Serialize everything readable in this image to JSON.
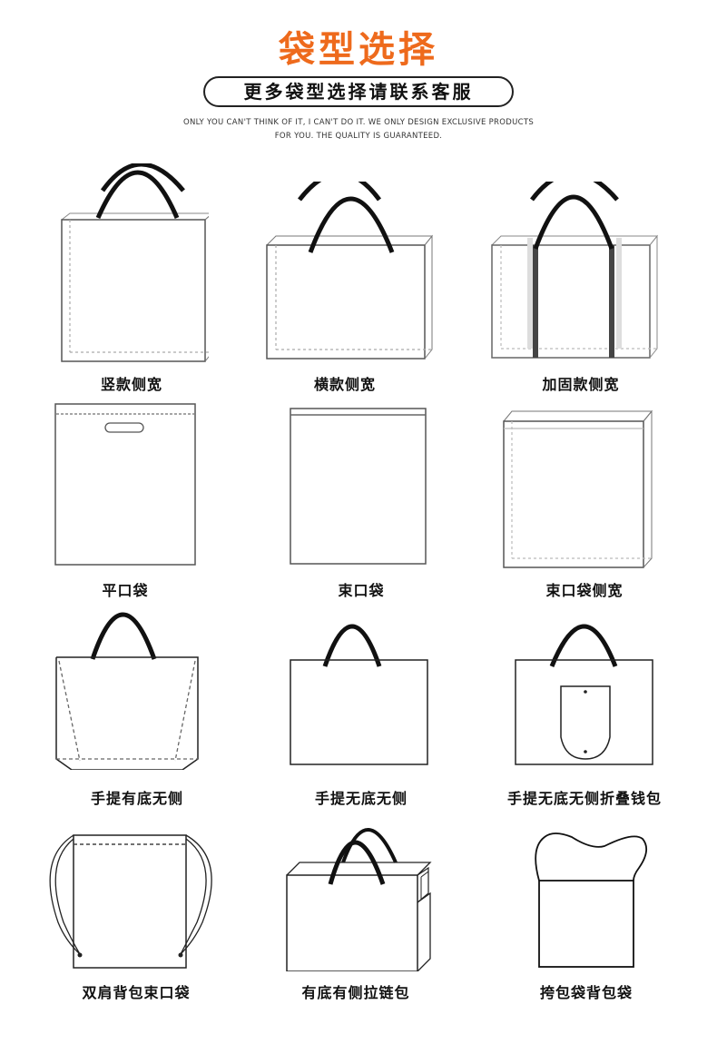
{
  "header": {
    "title": "袋型选择",
    "title_color": "#ee6a1c",
    "pill_text": "更多袋型选择请联系客服",
    "subtitle_line1": "ONLY YOU CAN'T THINK OF IT, I CAN'T DO IT. WE ONLY DESIGN EXCLUSIVE PRODUCTS",
    "subtitle_line2": "FOR YOU. THE QUALITY IS GUARANTEED."
  },
  "bag_types": [
    {
      "label": "竖款侧宽",
      "icon": "vertical-gusset-tote-icon"
    },
    {
      "label": "横款侧宽",
      "icon": "horizontal-gusset-tote-icon"
    },
    {
      "label": "加固款侧宽",
      "icon": "reinforced-gusset-tote-icon"
    },
    {
      "label": "平口袋",
      "icon": "die-cut-flat-bag-icon"
    },
    {
      "label": "束口袋",
      "icon": "drawstring-bag-icon"
    },
    {
      "label": "束口袋侧宽",
      "icon": "drawstring-gusset-bag-icon"
    },
    {
      "label": "手提有底无侧",
      "icon": "tote-bottom-no-side-icon"
    },
    {
      "label": "手提无底无侧",
      "icon": "tote-no-bottom-no-side-icon"
    },
    {
      "label": "手提无底无侧折叠钱包",
      "icon": "foldable-pouch-tote-icon"
    },
    {
      "label": "双肩背包束口袋",
      "icon": "drawstring-backpack-icon"
    },
    {
      "label": "有底有侧拉链包",
      "icon": "zipper-tote-icon"
    },
    {
      "label": "挎包袋背包袋",
      "icon": "vest-shoulder-bag-icon"
    }
  ]
}
